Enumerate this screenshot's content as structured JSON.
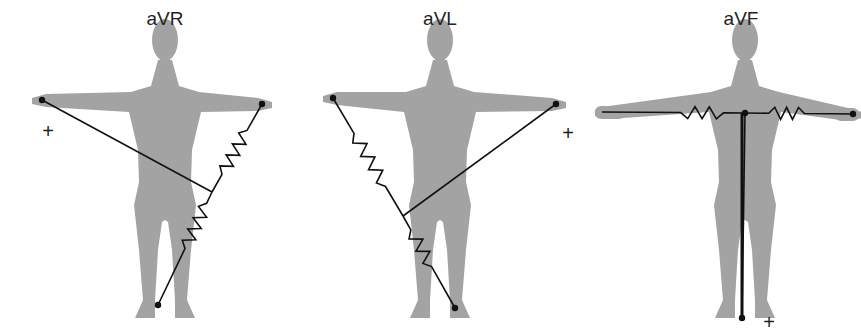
{
  "diagram": {
    "labels": [
      "aVR",
      "aVL",
      "aVF",
      "+",
      "+",
      "+"
    ]
  }
}
